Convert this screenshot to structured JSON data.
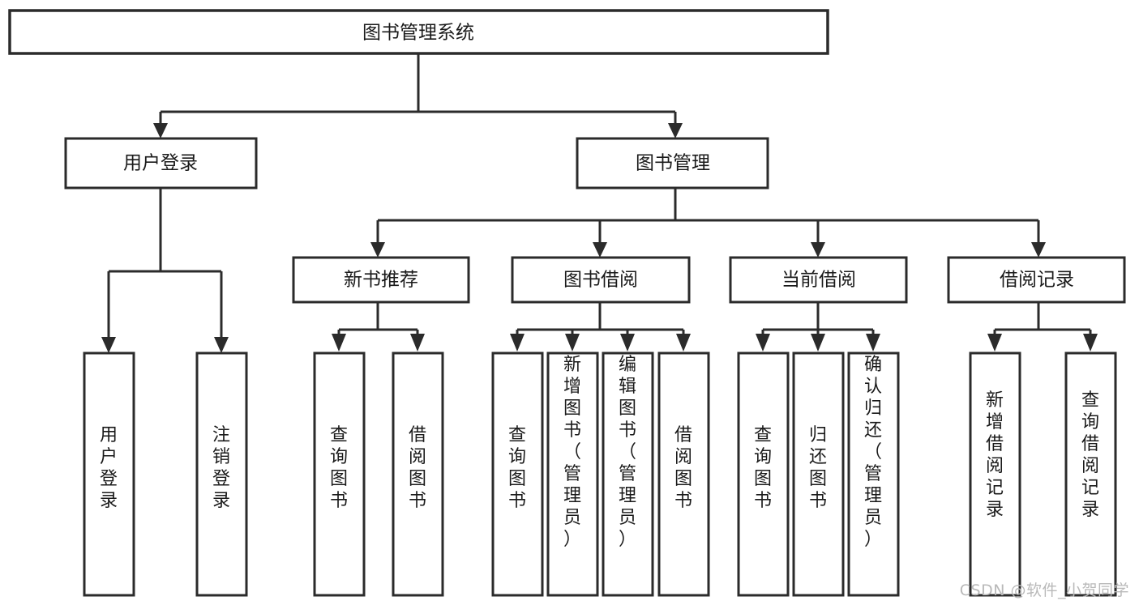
{
  "diagram": {
    "type": "hierarchy-tree",
    "title": "图书管理系统",
    "watermark": "CSDN @软件_小贺同学",
    "colors": {
      "stroke": "#2b2b2b",
      "fill": "#ffffff",
      "text": "#1a1a1a",
      "watermark": "#b9b9b9"
    },
    "levels": {
      "root": {
        "label": "图书管理系统"
      },
      "level2": [
        {
          "id": "user-login",
          "label": "用户登录"
        },
        {
          "id": "book-manage",
          "label": "图书管理"
        }
      ],
      "level3": [
        {
          "id": "new-book-rec",
          "label": "新书推荐",
          "parent": "book-manage"
        },
        {
          "id": "book-borrow",
          "label": "图书借阅",
          "parent": "book-manage"
        },
        {
          "id": "current-borrow",
          "label": "当前借阅",
          "parent": "book-manage"
        },
        {
          "id": "borrow-record",
          "label": "借阅记录",
          "parent": "book-manage"
        }
      ],
      "leaves": [
        {
          "id": "leaf-user-login",
          "label": "用户登录",
          "parent": "user-login"
        },
        {
          "id": "leaf-logout",
          "label": "注销登录",
          "parent": "user-login"
        },
        {
          "id": "leaf-query-book-1",
          "label": "查询图书",
          "parent": "new-book-rec"
        },
        {
          "id": "leaf-borrow-book-1",
          "label": "借阅图书",
          "parent": "new-book-rec"
        },
        {
          "id": "leaf-query-book-2",
          "label": "查询图书",
          "parent": "book-borrow"
        },
        {
          "id": "leaf-add-book",
          "label": "新增图书（管理员）",
          "parent": "book-borrow"
        },
        {
          "id": "leaf-edit-book",
          "label": "编辑图书（管理员）",
          "parent": "book-borrow"
        },
        {
          "id": "leaf-borrow-book-2",
          "label": "借阅图书",
          "parent": "book-borrow"
        },
        {
          "id": "leaf-query-book-3",
          "label": "查询图书",
          "parent": "current-borrow"
        },
        {
          "id": "leaf-return-book",
          "label": "归还图书",
          "parent": "current-borrow"
        },
        {
          "id": "leaf-confirm-return",
          "label": "确认归还（管理员）",
          "parent": "current-borrow"
        },
        {
          "id": "leaf-add-record",
          "label": "新增借阅记录",
          "parent": "borrow-record"
        },
        {
          "id": "leaf-query-record",
          "label": "查询借阅记录",
          "parent": "borrow-record"
        }
      ]
    }
  }
}
